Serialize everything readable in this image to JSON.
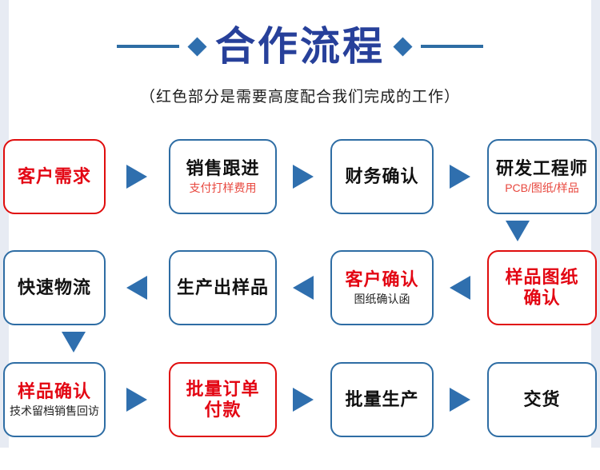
{
  "header": {
    "title": "合作流程",
    "subtitle": "（红色部分是需要高度配合我们完成的工作）",
    "left_rule": "horizontal-rule",
    "left_diamond": "diamond-marker",
    "right_diamond": "diamond-marker",
    "right_rule": "horizontal-rule"
  },
  "colors": {
    "title_blue": "#27409a",
    "accent_blue": "#2e6da4",
    "arrow_blue": "#2f6fae",
    "highlight_red": "#e30613",
    "border_red": "#e00d0d",
    "edge_strip": "#e7ebf3",
    "background": "#ffffff"
  },
  "flow": {
    "rows": [
      {
        "direction": "left-to-right",
        "nodes": [
          {
            "title": "客户需求",
            "subtitle": "",
            "border": "red",
            "title_color": "red",
            "subtitle_color": ""
          },
          {
            "title": "销售跟进",
            "subtitle": "支付打样费用",
            "border": "blue",
            "title_color": "black",
            "subtitle_color": "red"
          },
          {
            "title": "财务确认",
            "subtitle": "",
            "border": "blue",
            "title_color": "black",
            "subtitle_color": ""
          },
          {
            "title": "研发工程师",
            "subtitle": "PCB/图纸/样品",
            "border": "blue",
            "title_color": "black",
            "subtitle_color": "red"
          }
        ]
      },
      {
        "direction": "right-to-left",
        "nodes": [
          {
            "title": "快速物流",
            "subtitle": "",
            "border": "blue",
            "title_color": "black",
            "subtitle_color": ""
          },
          {
            "title": "生产出样品",
            "subtitle": "",
            "border": "blue",
            "title_color": "black",
            "subtitle_color": ""
          },
          {
            "title": "客户确认",
            "subtitle": "图纸确认函",
            "border": "blue",
            "title_color": "red",
            "subtitle_color": "black"
          },
          {
            "title": "样品图纸\n确认",
            "subtitle": "",
            "border": "red",
            "title_color": "red",
            "subtitle_color": ""
          }
        ]
      },
      {
        "direction": "left-to-right",
        "nodes": [
          {
            "title": "样品确认",
            "subtitle": "技术留档销售回访",
            "border": "blue",
            "title_color": "red",
            "subtitle_color": "black"
          },
          {
            "title": "批量订单\n付款",
            "subtitle": "",
            "border": "red",
            "title_color": "red",
            "subtitle_color": ""
          },
          {
            "title": "批量生产",
            "subtitle": "",
            "border": "blue",
            "title_color": "black",
            "subtitle_color": ""
          },
          {
            "title": "交货",
            "subtitle": "",
            "border": "blue",
            "title_color": "black",
            "subtitle_color": ""
          }
        ]
      }
    ],
    "connectors": {
      "row1_to_row2": "arrow-down-right-column",
      "row2_to_row3": "arrow-down-left-column"
    }
  }
}
